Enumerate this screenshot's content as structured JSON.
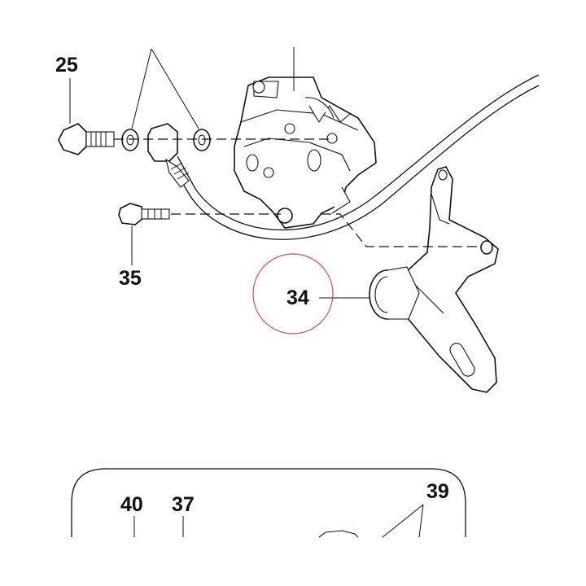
{
  "callouts": {
    "c25": "25",
    "c35": "35",
    "c34": "34",
    "c40": "40",
    "c37": "37",
    "c39": "39"
  },
  "highlight": {
    "target_callout": "34",
    "circle_color": "#c8505a"
  },
  "colors": {
    "line": "#111111",
    "background": "#ffffff"
  }
}
